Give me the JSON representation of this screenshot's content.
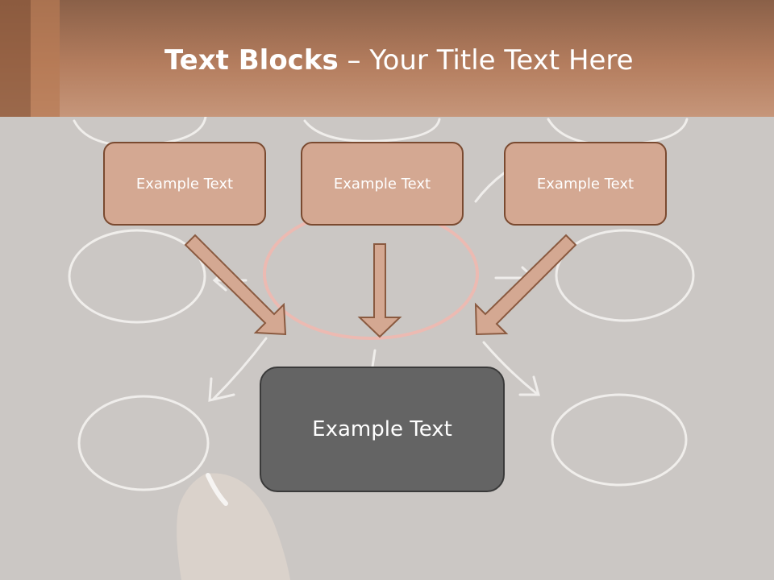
{
  "title": {
    "bold": "Text Blocks",
    "dash": " – ",
    "rest": "Your Title Text Here"
  },
  "blocks": [
    {
      "label": "Example Text"
    },
    {
      "label": "Example Text"
    },
    {
      "label": "Example Text"
    }
  ],
  "center_block": {
    "label": "Example Text"
  },
  "colors": {
    "header": "#b47d5e",
    "block": "#d4a892",
    "block_border": "#7a4a30",
    "center_block": "#646464",
    "background": "#cbc7c4"
  }
}
